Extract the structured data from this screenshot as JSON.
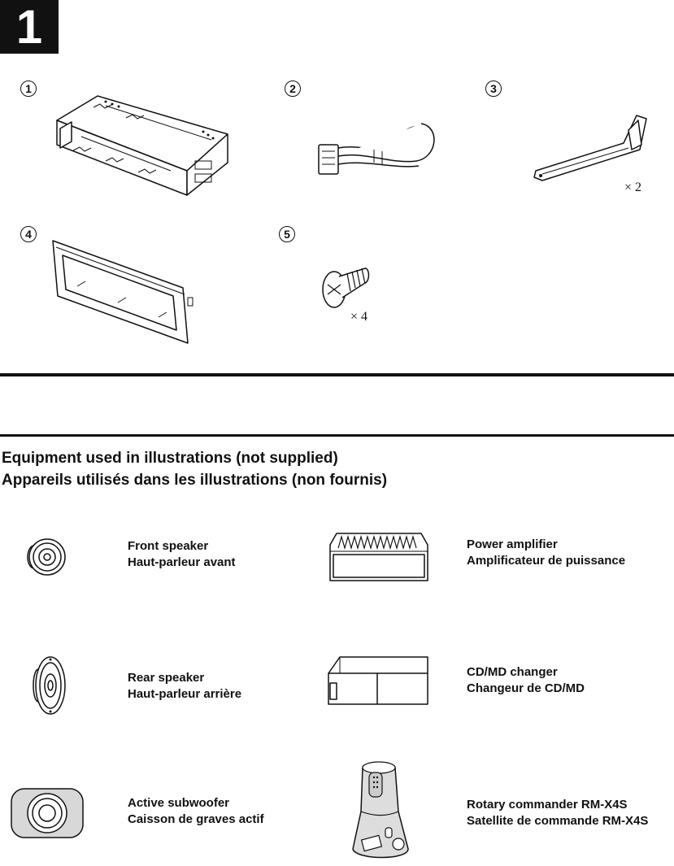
{
  "section": {
    "number": "1"
  },
  "supplied_parts": [
    {
      "id": "1",
      "icon": "mounting-frame"
    },
    {
      "id": "2",
      "icon": "connecting-cord"
    },
    {
      "id": "3",
      "icon": "release-key",
      "quantity": "× 2"
    },
    {
      "id": "4",
      "icon": "trim-frame"
    },
    {
      "id": "5",
      "icon": "screw",
      "quantity": "× 4"
    }
  ],
  "equipment": {
    "heading_en": "Equipment used in illustrations (not supplied)",
    "heading_fr": "Appareils utilisés dans les illustrations (non fournis)",
    "items": [
      {
        "en": "Front speaker",
        "fr": "Haut-parleur avant",
        "icon": "front-speaker"
      },
      {
        "en": "Power amplifier",
        "fr": "Amplificateur de puissance",
        "icon": "power-amplifier"
      },
      {
        "en": "Rear speaker",
        "fr": "Haut-parleur arrière",
        "icon": "rear-speaker"
      },
      {
        "en": "CD/MD changer",
        "fr": "Changeur de CD/MD",
        "icon": "cd-md-changer"
      },
      {
        "en": "Active subwoofer",
        "fr": "Caisson de graves actif",
        "icon": "active-subwoofer"
      },
      {
        "en": "Rotary commander RM-X4S",
        "fr": "Satellite de commande RM-X4S",
        "icon": "rotary-commander"
      }
    ]
  }
}
